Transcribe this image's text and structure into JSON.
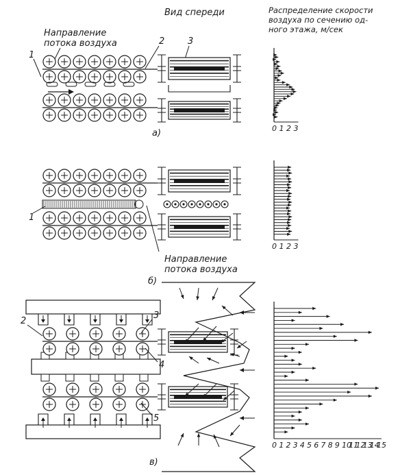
{
  "header": {
    "front_view": "Вид спереди",
    "velocity_title": [
      "Распределение скорости",
      "воздуха по сечению од-",
      "ного этажа, м/сек"
    ]
  },
  "panel_a": {
    "air_direction": [
      "Направление",
      "потока воздуха"
    ],
    "numbers": [
      "1",
      "2",
      "3"
    ],
    "caption": "а)",
    "axis_ticks": [
      "0",
      "1",
      "2",
      "3"
    ],
    "arrow_lengths": [
      0.4,
      0.6,
      0.3,
      0.8,
      0.5,
      0.9,
      0.7,
      1.1,
      1.4,
      1.0,
      0.6,
      0.9,
      1.6,
      2.2,
      2.6,
      2.9,
      3.1,
      2.8,
      2.3,
      1.8,
      1.2,
      0.9,
      0.7,
      0.5,
      0.4,
      0.6,
      0.3,
      0.5
    ]
  },
  "panel_b": {
    "numbers": [
      "1"
    ],
    "air_direction": [
      "Направление",
      "потока воздуха"
    ],
    "caption": "б)",
    "axis_ticks": [
      "0",
      "1",
      "2",
      "3"
    ],
    "arrow_lengths": [
      2.4,
      2.3,
      2.5,
      2.2,
      2.4,
      2.5,
      2.3,
      2.4,
      2.2,
      2.5,
      2.4,
      2.3,
      2.5,
      2.4,
      2.2,
      2.4,
      2.3,
      2.5,
      2.4,
      2.3,
      2.4,
      2.2,
      2.5,
      2.3
    ]
  },
  "panel_c": {
    "numbers": [
      "2",
      "3",
      "4",
      "5"
    ],
    "caption": "в)",
    "axis_ticks": [
      "0",
      "1",
      "2",
      "3",
      "4",
      "5",
      "6",
      "7",
      "8",
      "9",
      "10",
      "11",
      "12",
      "13",
      "14",
      "15"
    ],
    "arrow_lengths": [
      6,
      4,
      8,
      3,
      10,
      7,
      14,
      9,
      12,
      5,
      3,
      4,
      2,
      3,
      4,
      6,
      3,
      2,
      5,
      12,
      15,
      11,
      14,
      9,
      7,
      5,
      4,
      3,
      4,
      5,
      3,
      2
    ]
  }
}
